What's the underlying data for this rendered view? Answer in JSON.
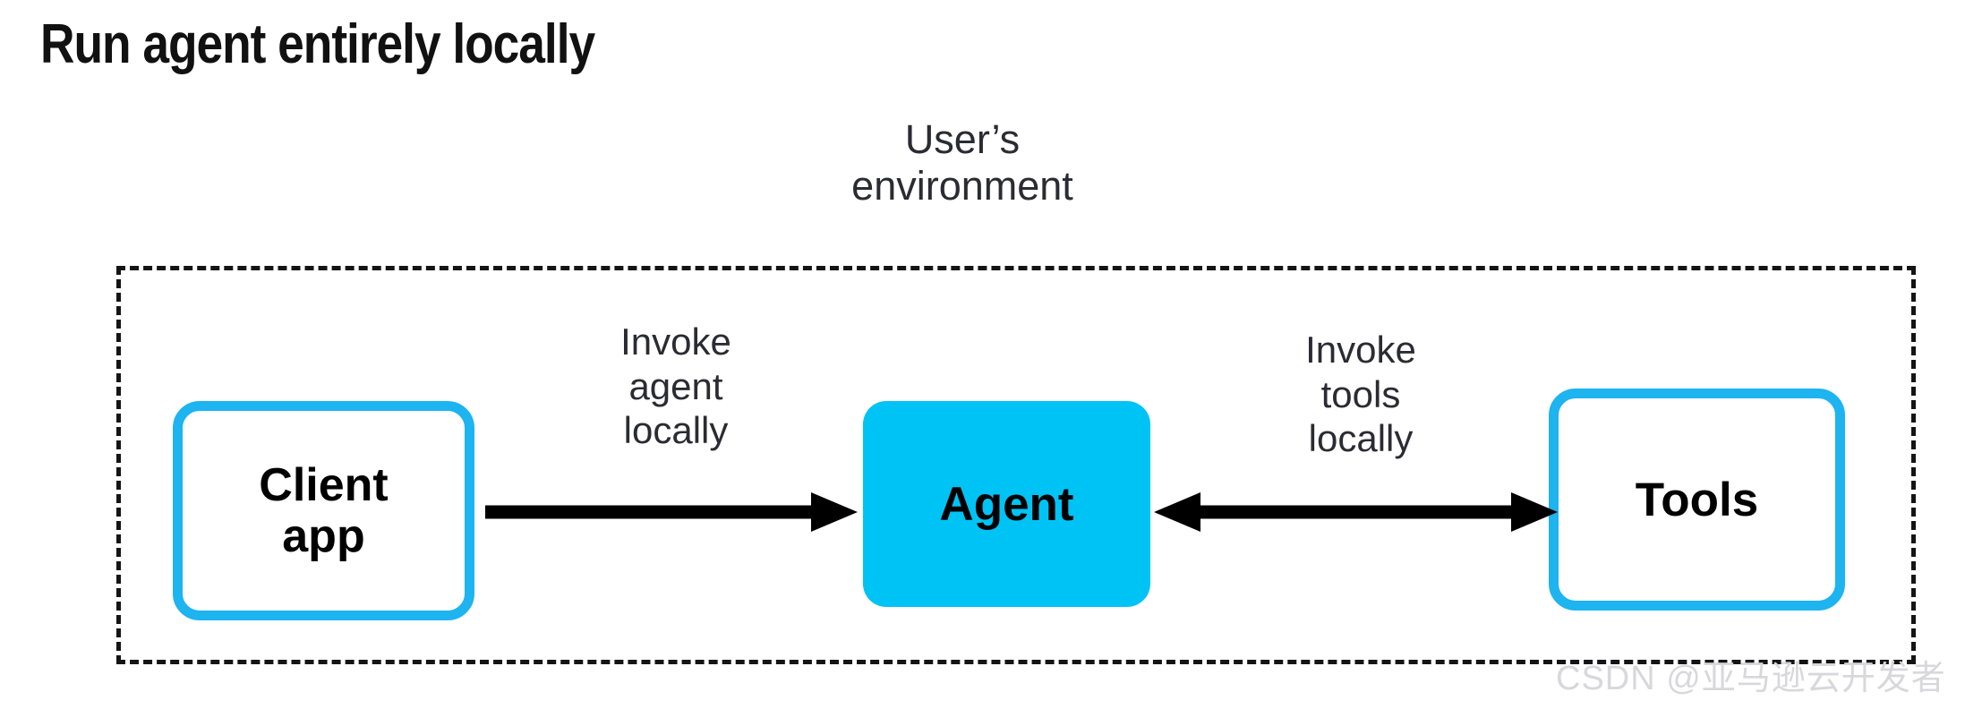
{
  "title": "Run agent entirely locally",
  "environment": {
    "caption_line1": "User’s",
    "caption_line2": "environment"
  },
  "nodes": {
    "client": {
      "label_line1": "Client",
      "label_line2": "app",
      "style": "outline",
      "border_color": "#1DB4F0",
      "fill_color": "#FFFFFF"
    },
    "agent": {
      "label": "Agent",
      "style": "filled",
      "fill_color": "#00C3F5",
      "text_color": "#000000"
    },
    "tools": {
      "label": "Tools",
      "style": "outline",
      "border_color": "#1DB4F0",
      "fill_color": "#FFFFFF"
    }
  },
  "edges": {
    "client_to_agent": {
      "label_line1": "Invoke",
      "label_line2": "agent",
      "label_line3": "locally",
      "direction": "one-way-right",
      "color": "#000000"
    },
    "agent_to_tools": {
      "label_line1": "Invoke",
      "label_line2": "tools",
      "label_line3": "locally",
      "direction": "bidirectional",
      "color": "#000000"
    }
  },
  "watermark": "CSDN @亚马逊云开发者"
}
